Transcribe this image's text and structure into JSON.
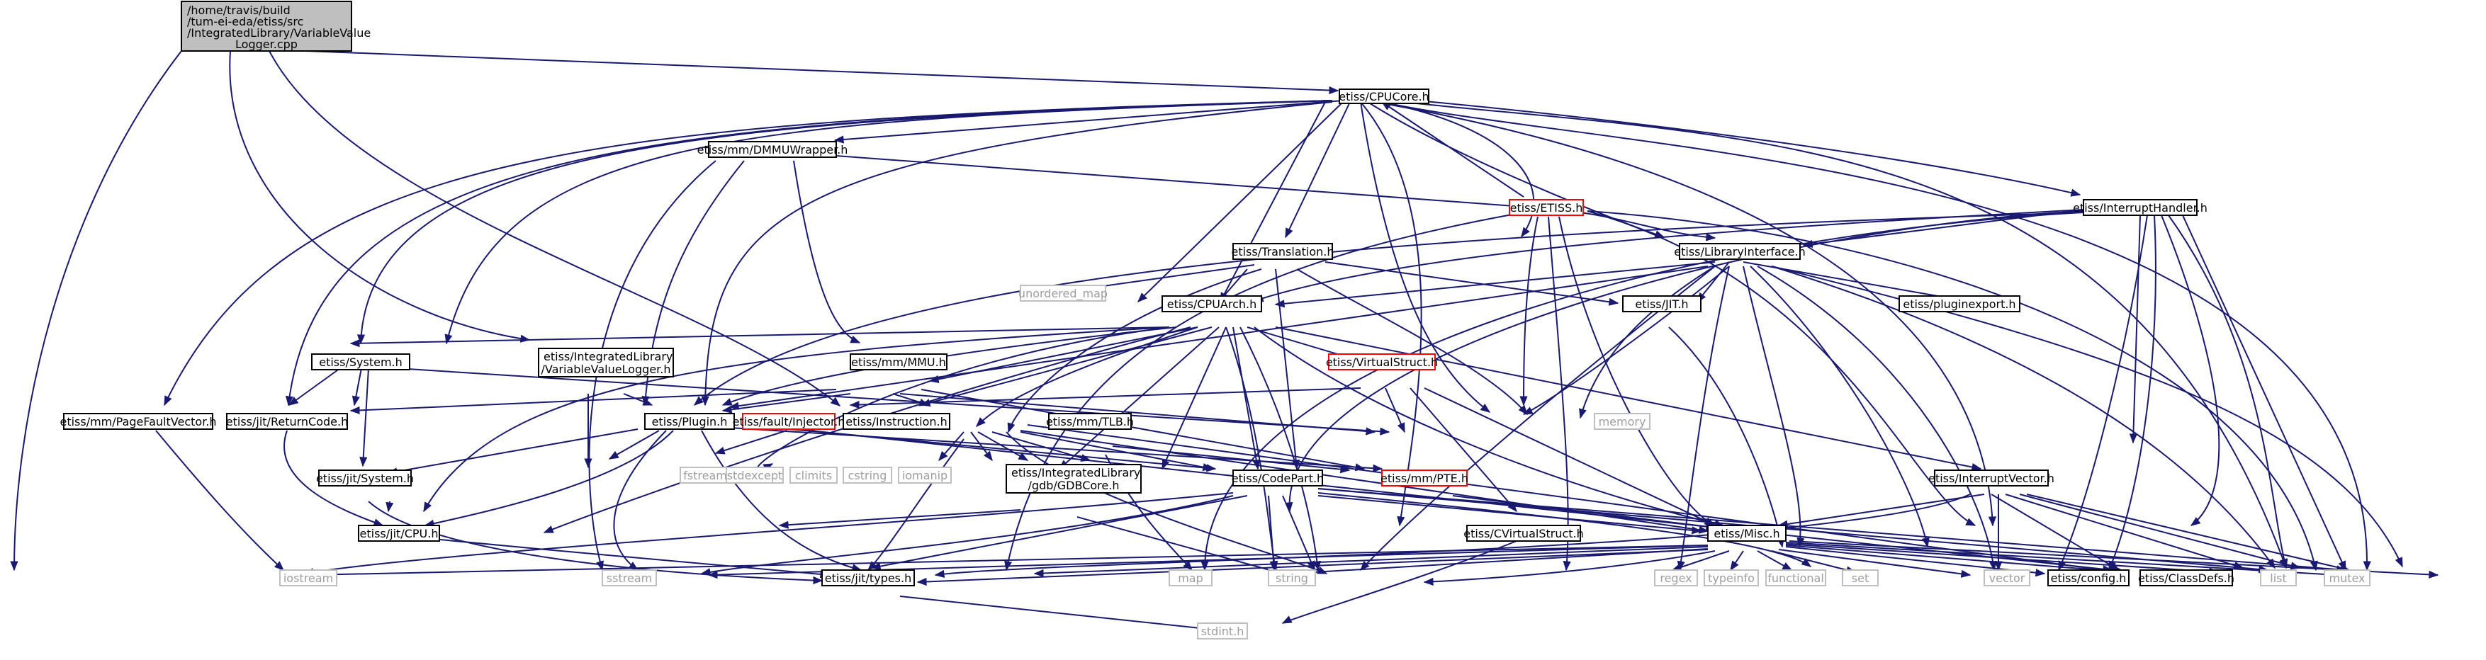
{
  "graph": {
    "main_file": {
      "line1": "/home/travis/build",
      "line2": "/tum-ei-eda/etiss/src",
      "line3": "/IntegratedLibrary/VariableValue",
      "line4": "Logger.cpp"
    },
    "headers": {
      "cpucore": "etiss/CPUCore.h",
      "dmmuwrapper": "etiss/mm/DMMUWrapper.h",
      "etiss": "etiss/ETISS.h",
      "interrupthandler": "etiss/InterruptHandler.h",
      "translation": "etiss/Translation.h",
      "libraryinterface": "etiss/LibraryInterface.h",
      "cpuarch": "etiss/CPUArch.h",
      "jit": "etiss/JIT.h",
      "pluginexport": "etiss/pluginexport.h",
      "system": "etiss/System.h",
      "vvlogger_1": "etiss/IntegratedLibrary",
      "vvlogger_2": "/VariableValueLogger.h",
      "mmu": "etiss/mm/MMU.h",
      "virtualstruct": "etiss/VirtualStruct.h",
      "pagefaultvector": "etiss/mm/PageFaultVector.h",
      "returncode": "etiss/jit/ReturnCode.h",
      "plugin": "etiss/Plugin.h",
      "faultinjector": "etiss/fault/Injector.h",
      "instruction": "etiss/Instruction.h",
      "tlb": "etiss/mm/TLB.h",
      "interruptvector": "etiss/InterruptVector.h",
      "jitsystem": "etiss/jit/System.h",
      "gdbcore_1": "etiss/IntegratedLibrary",
      "gdbcore_2": "/gdb/GDBCore.h",
      "codepart": "etiss/CodePart.h",
      "pte": "etiss/mm/PTE.h",
      "jitcpu": "etiss/jit/CPU.h",
      "cvirtualstruct": "etiss/CVirtualStruct.h",
      "misc": "etiss/Misc.h",
      "jittypes": "etiss/jit/types.h",
      "config": "etiss/config.h",
      "classdefs": "etiss/ClassDefs.h"
    },
    "system_headers": {
      "unordered_map": "unordered_map",
      "memory": "memory",
      "fstream": "fstream",
      "stdexcept": "stdexcept",
      "climits": "climits",
      "cstring": "cstring",
      "iomanip": "iomanip",
      "iostream": "iostream",
      "sstream": "sstream",
      "map": "map",
      "string": "string",
      "regex": "regex",
      "typeinfo": "typeinfo",
      "functional": "functional",
      "set": "set",
      "vector": "vector",
      "list": "list",
      "mutex": "mutex",
      "stdint": "stdint.h"
    }
  }
}
